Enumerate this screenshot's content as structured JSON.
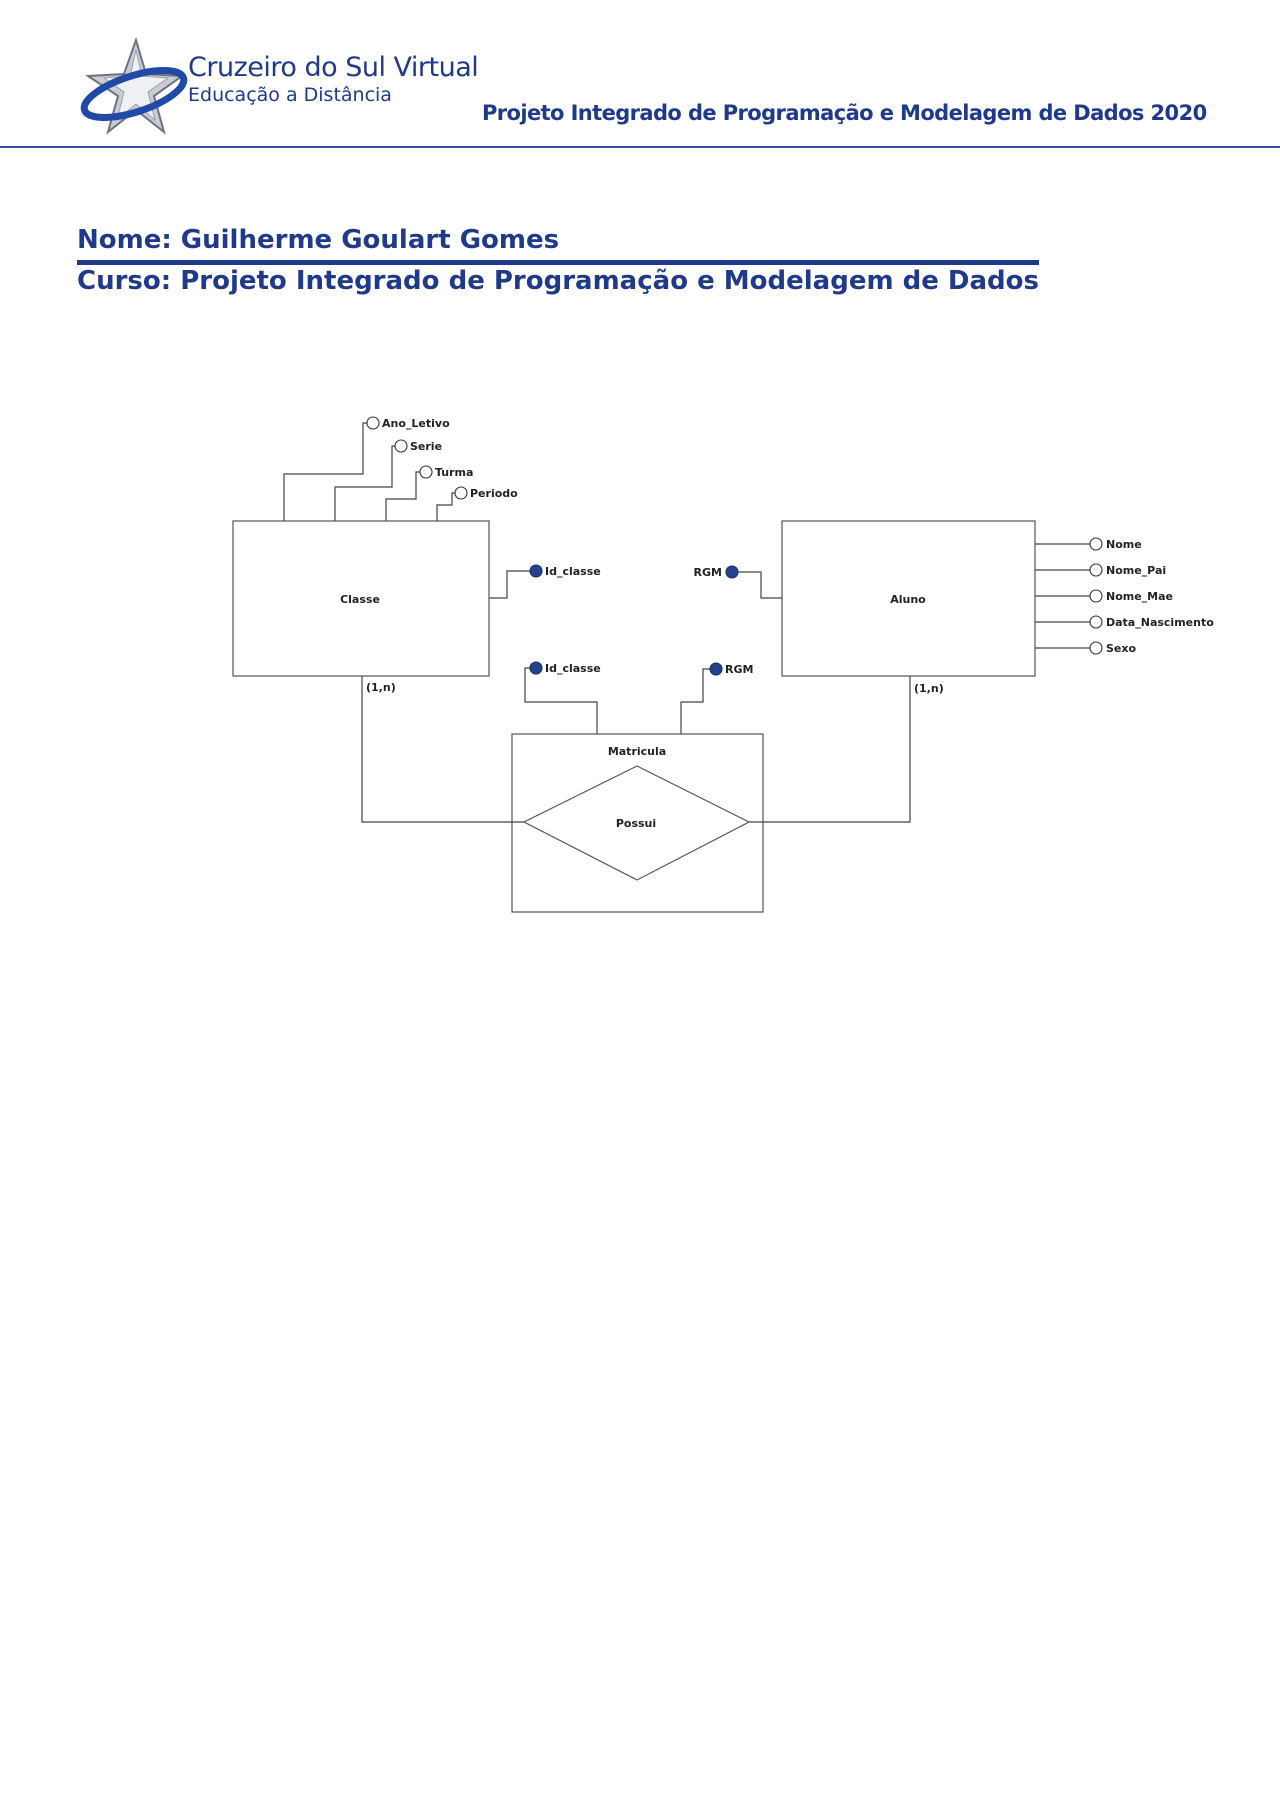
{
  "header": {
    "logo_title": "Cruzeiro do Sul Virtual",
    "logo_subtitle": "Educação a Distância",
    "title": "Projeto Integrado de Programação e Modelagem de Dados 2020"
  },
  "student": {
    "name": "Nome: Guilherme Goulart Gomes",
    "course": "Curso: Projeto Integrado de Programação e Modelagem de Dados"
  },
  "diagram": {
    "entities": {
      "classe": "Classe",
      "aluno": "Aluno",
      "matricula": "Matricula"
    },
    "relationship": "Possui",
    "classe_attributes": [
      "Ano_Letivo",
      "Serie",
      "Turma",
      "Periodo"
    ],
    "classe_key": "Id_classe",
    "aluno_key": "RGM",
    "aluno_attributes": [
      "Nome",
      "Nome_Pai",
      "Nome_Mae",
      "Data_Nascimento",
      "Sexo"
    ],
    "matricula_keys": [
      "Id_classe",
      "RGM"
    ],
    "cardinality_classe": "(1,n)",
    "cardinality_aluno": "(1,n)"
  },
  "colors": {
    "brand_blue": "#1f3a8a",
    "key_fill": "#26428b"
  },
  "icons": {
    "logo": "star-orbit-logo-icon"
  }
}
